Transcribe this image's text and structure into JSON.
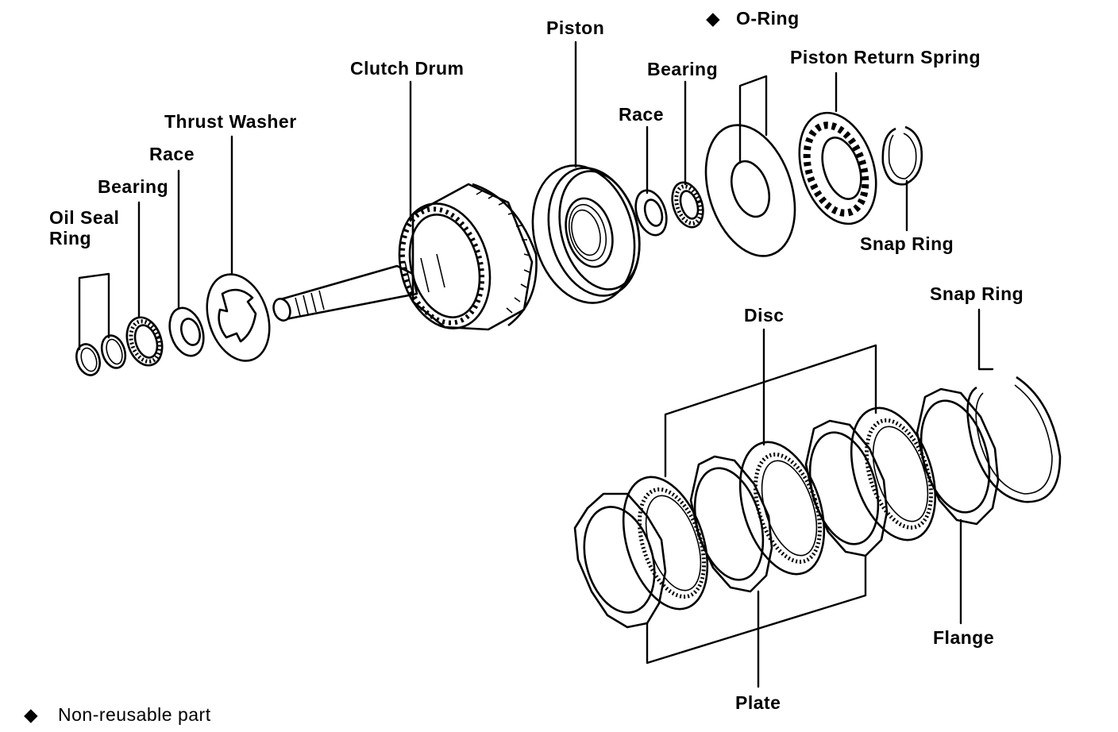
{
  "labels": {
    "oil_seal_ring_line1": "Oil Seal",
    "oil_seal_ring_line2": "Ring",
    "bearing_left": "Bearing",
    "race_left": "Race",
    "thrust_washer": "Thrust Washer",
    "clutch_drum": "Clutch Drum",
    "piston": "Piston",
    "race_right": "Race",
    "bearing_right": "Bearing",
    "o_ring": "O-Ring",
    "piston_return_spring": "Piston Return Spring",
    "snap_ring_upper": "Snap Ring",
    "snap_ring_lower": "Snap Ring",
    "disc": "Disc",
    "plate": "Plate",
    "flange": "Flange"
  },
  "legend": {
    "symbol": "◆",
    "text": "Non-reusable part"
  },
  "marks": {
    "o_ring_symbol": "◆"
  }
}
